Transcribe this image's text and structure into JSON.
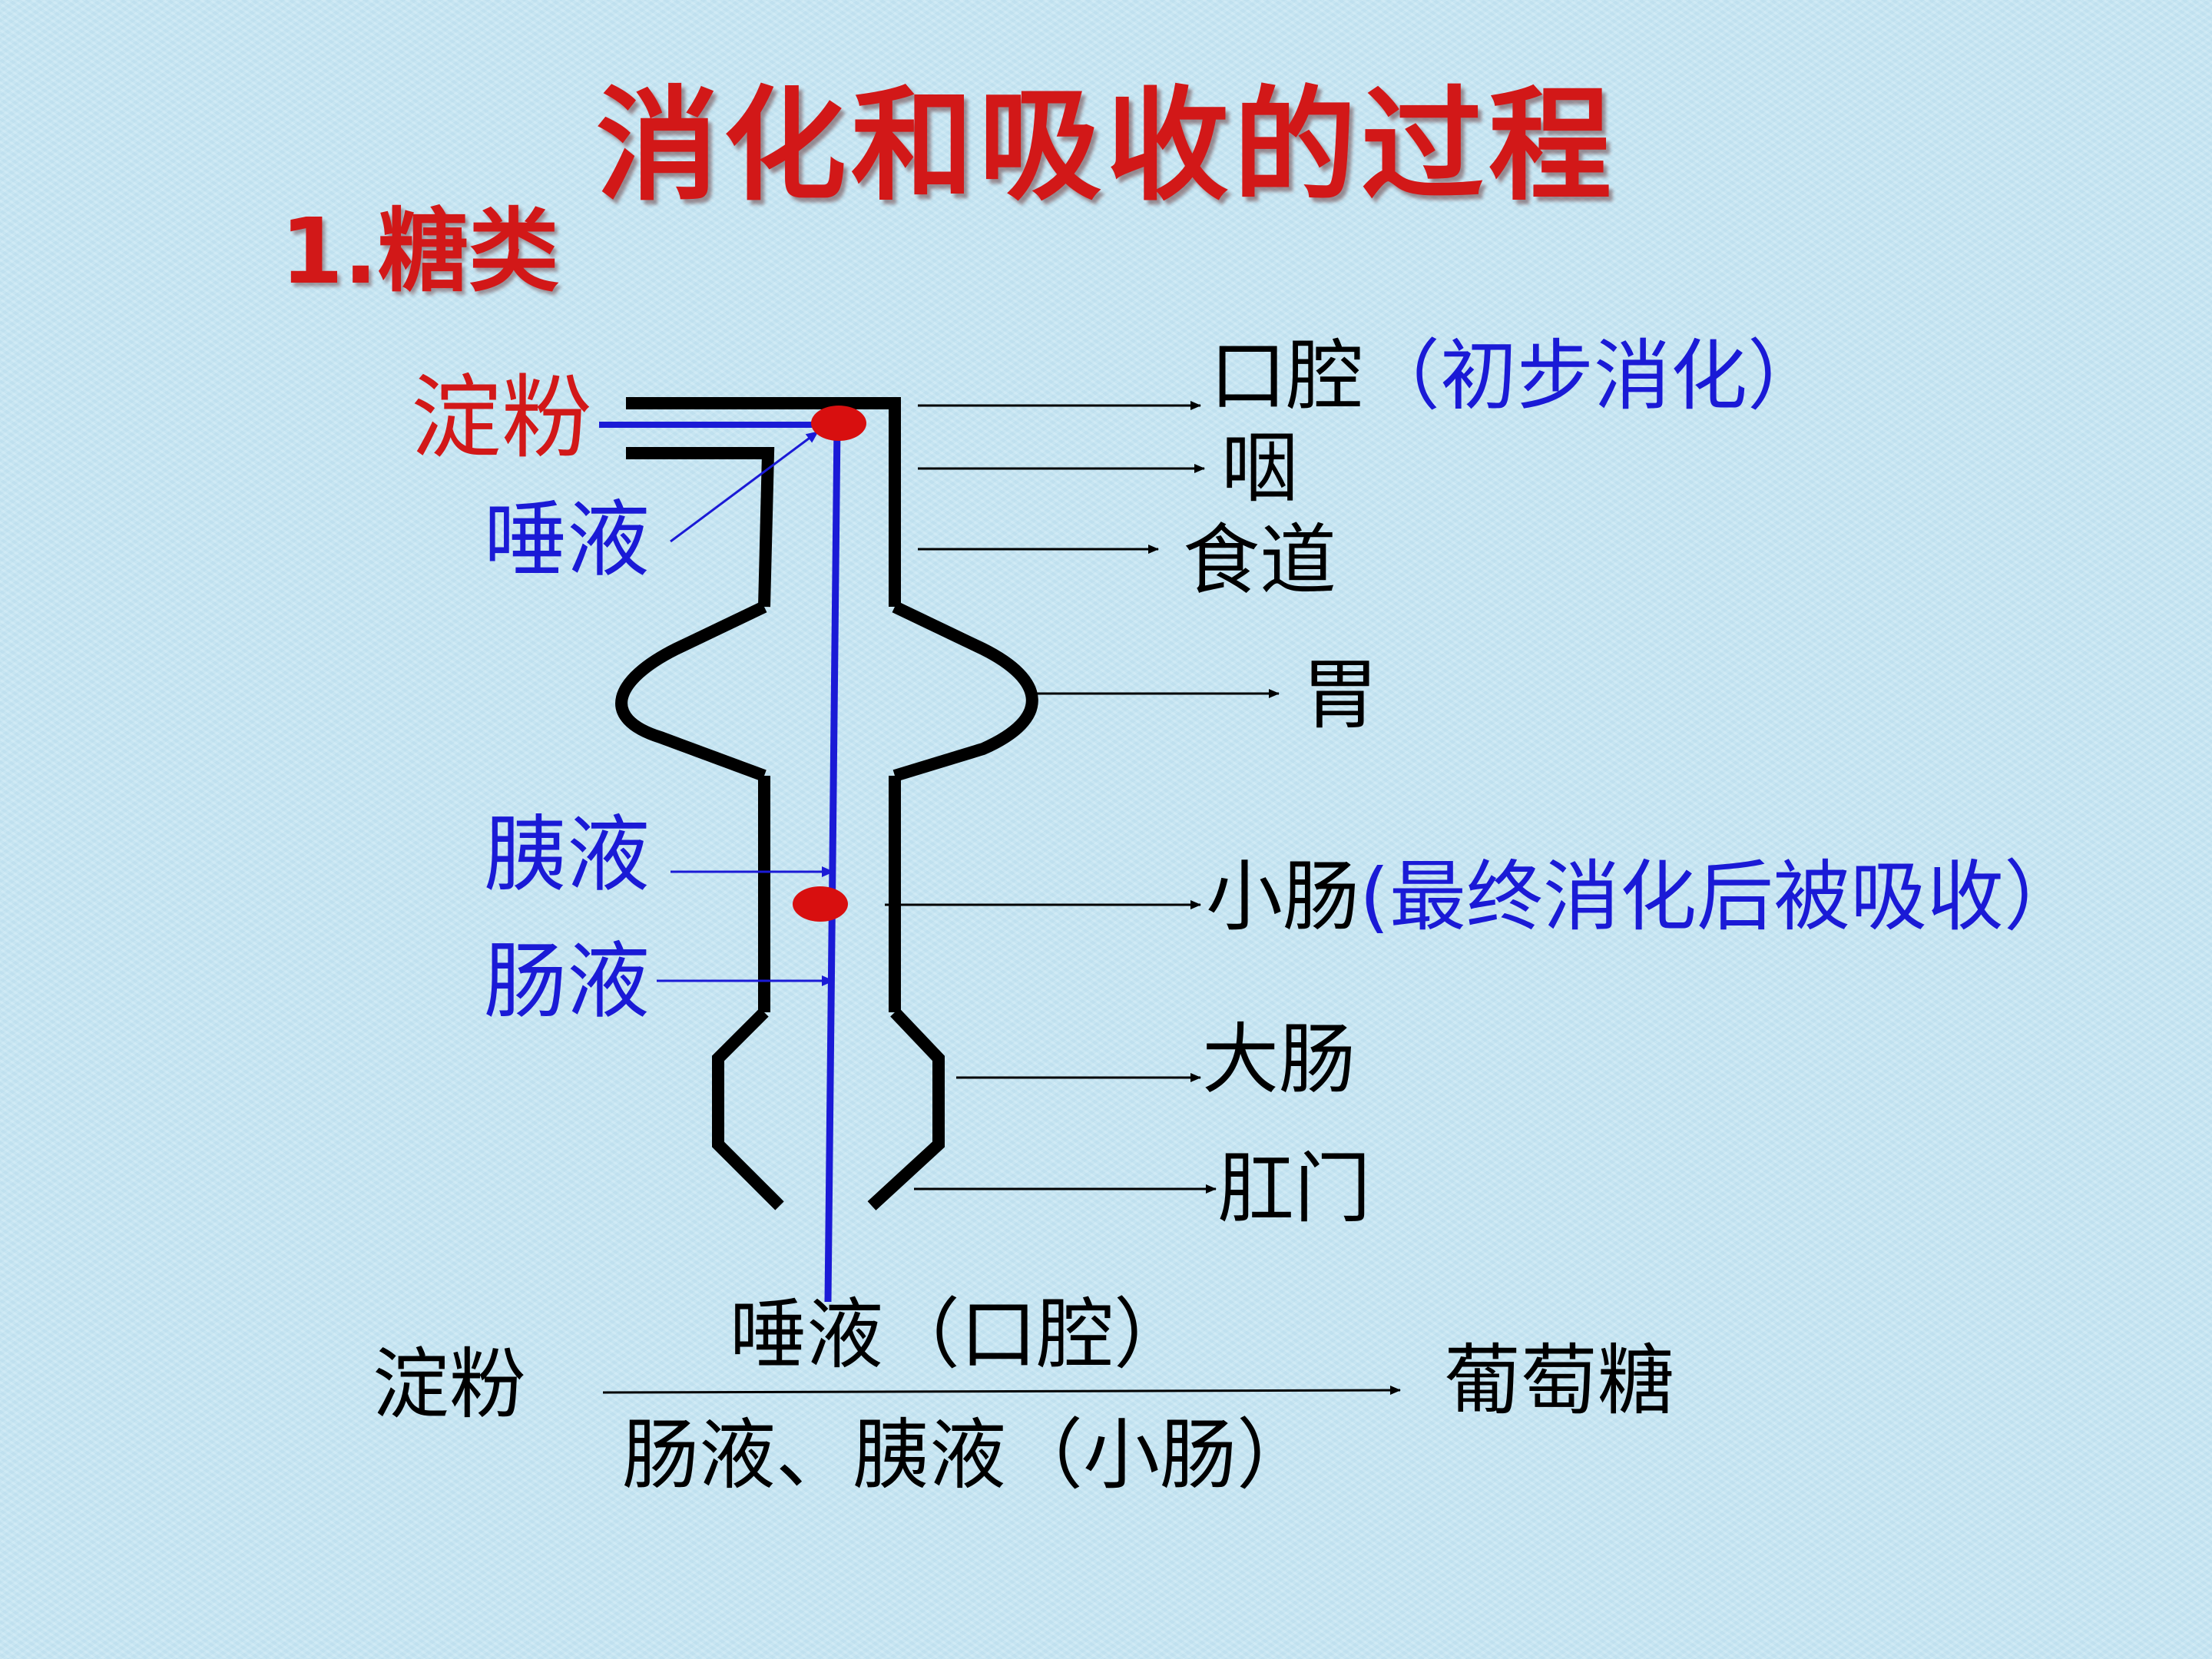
{
  "title": "消化和吸收的过程",
  "section": "1.糖类",
  "inputs": {
    "starch": "淀粉",
    "saliva": "唾液",
    "pancreatic": "胰液",
    "intestinal": "肠液"
  },
  "organs": [
    {
      "name": "口腔",
      "note": "（初步消化）"
    },
    {
      "name": "咽",
      "note": ""
    },
    {
      "name": "食道",
      "note": ""
    },
    {
      "name": "胃",
      "note": ""
    },
    {
      "name": "小肠",
      "note": "(最终消化后被吸收）"
    },
    {
      "name": "大肠",
      "note": ""
    },
    {
      "name": "肛门",
      "note": ""
    }
  ],
  "equation": {
    "reactant": "淀粉",
    "product": "葡萄糖",
    "above": "唾液（口腔）",
    "below": "肠液、胰液（小肠）"
  },
  "colors": {
    "title": "#d21818",
    "enzyme": "#1a1ad6",
    "tract": "#000000",
    "path": "#1a1ad6",
    "site_dot": "#d80f0f"
  }
}
